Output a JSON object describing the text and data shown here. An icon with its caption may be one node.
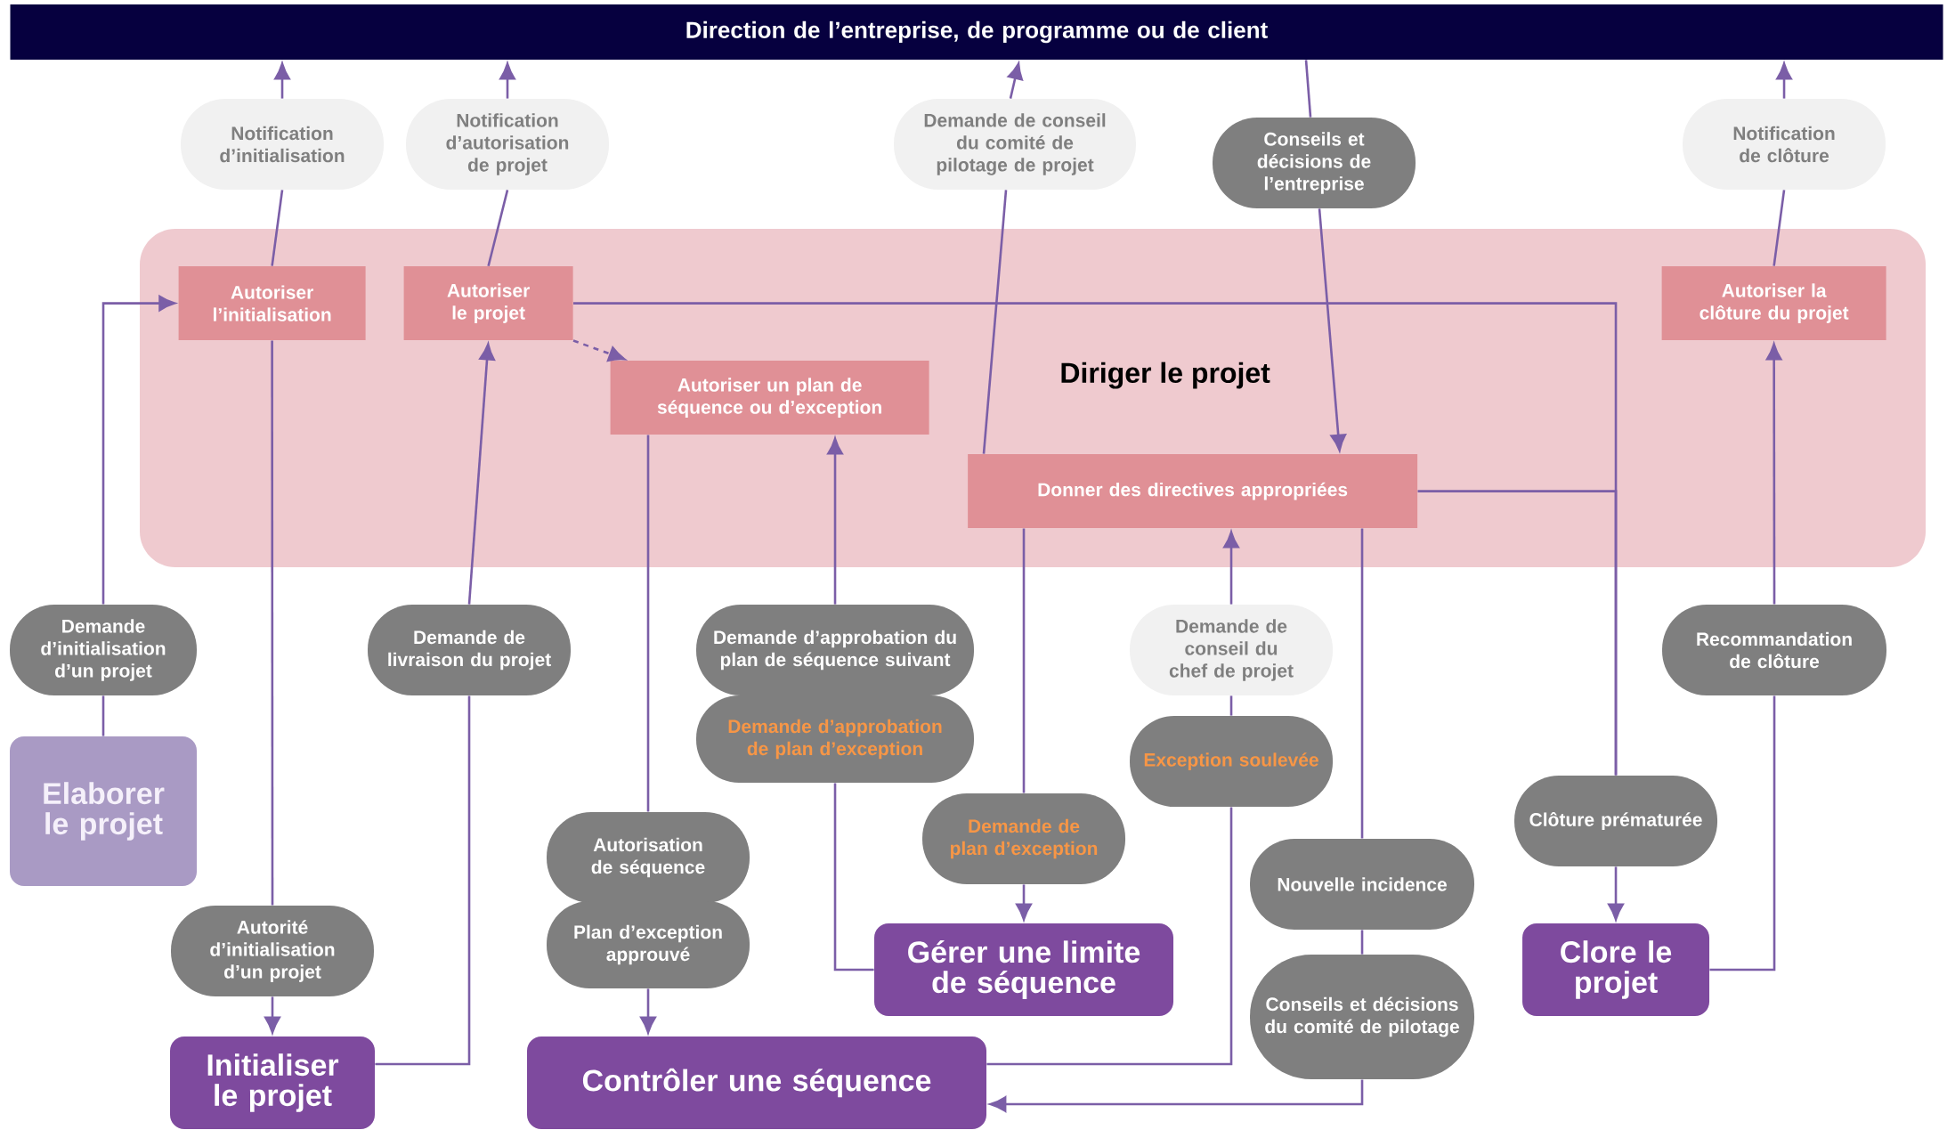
{
  "diagram": {
    "nodes": [
      {
        "text": [
          "Direction de l’entreprise, de programme ou de client"
        ]
      },
      {
        "text": [
          "Notification d’initialisation"
        ]
      },
      {
        "text": [
          "Notification d’autorisation de projet"
        ]
      },
      {
        "text": [
          "Demande de conseil du comité de pilotage de projet"
        ]
      },
      {
        "text": [
          "Conseils et décisions de l’entreprise"
        ]
      },
      {
        "text": [
          "Notification de clôture"
        ]
      },
      {
        "text": [
          "Diriger le projet"
        ]
      },
      {
        "text": [
          "Autoriser l’initialisation"
        ],
        "in": 6
      },
      {
        "text": [
          "Autoriser le projet"
        ],
        "in": 6
      },
      {
        "text": [
          "Autoriser la clôture du projet"
        ],
        "in": 6
      },
      {
        "text": [
          "Autoriser un plan de séquence ou d’exception"
        ],
        "in": 6
      },
      {
        "text": [
          "Donner des directives appropriées"
        ],
        "in": 6
      },
      {
        "text": [
          "Demande d’initialisation d’un projet"
        ]
      },
      {
        "text": [
          "Demande de livraison du projet"
        ]
      },
      {
        "text": [
          "Demande d’approbation du plan de séquence suivant"
        ]
      },
      {
        "text": [
          "Demande d’approbation de plan d’exception"
        ]
      },
      {
        "text": [
          "Demande de conseil du chef de projet"
        ]
      },
      {
        "text": [
          "Recommandation de clôture"
        ]
      },
      {
        "text": [
          "Elaborer le projet"
        ]
      },
      {
        "text": [
          "Exception soulevée"
        ]
      },
      {
        "text": [
          "Clôture prématurée"
        ]
      },
      {
        "text": [
          "Demande de plan d’exception"
        ]
      },
      {
        "text": [
          "Autorisation de séquence"
        ]
      },
      {
        "text": [
          "Nouvelle incidence"
        ]
      },
      {
        "text": [
          "Gérer une limite de séquence"
        ]
      },
      {
        "text": [
          "Clore le projet"
        ]
      },
      {
        "text": [
          "Plan d’exception approuvé"
        ]
      },
      {
        "text": [
          "Autorité d’initialisation d’un projet"
        ]
      },
      {
        "text": [
          "Conseils et décisions du comité de pilotage"
        ]
      },
      {
        "text": [
          "Initialiser le projet"
        ]
      },
      {
        "text": [
          "Contrôler une séquence"
        ]
      }
    ],
    "edges": [
      {
        "from": 7,
        "to": 1,
        "arrow": "none"
      },
      {
        "from": 1,
        "to": 0,
        "arrow": "to"
      },
      {
        "from": 8,
        "to": 2,
        "arrow": "none"
      },
      {
        "from": 2,
        "to": 0,
        "arrow": "to"
      },
      {
        "from": 11,
        "to": 3,
        "arrow": "none"
      },
      {
        "from": 3,
        "to": 0,
        "arrow": "to"
      },
      {
        "from": 0,
        "to": 4,
        "arrow": "none"
      },
      {
        "from": 4,
        "to": 11,
        "arrow": "to"
      },
      {
        "from": 9,
        "to": 5,
        "arrow": "none"
      },
      {
        "from": 5,
        "to": 0,
        "arrow": "to"
      },
      {
        "from": 18,
        "to": 12,
        "arrow": "none"
      },
      {
        "from": 12,
        "to": 7,
        "arrow": "to"
      },
      {
        "from": 7,
        "to": 27,
        "arrow": "none"
      },
      {
        "from": 27,
        "to": 29,
        "arrow": "to"
      },
      {
        "from": 29,
        "to": 13,
        "arrow": "none"
      },
      {
        "from": 13,
        "to": 8,
        "arrow": "to"
      },
      {
        "from": 8,
        "to": 10,
        "arrow": "to",
        "style": "dashed"
      },
      {
        "from": 10,
        "to": 22,
        "arrow": "none"
      },
      {
        "from": 26,
        "to": 30,
        "arrow": "to"
      },
      {
        "from": 24,
        "to": 15,
        "arrow": "none"
      },
      {
        "from": 14,
        "to": 10,
        "arrow": "to"
      },
      {
        "from": 11,
        "to": 21,
        "arrow": "none"
      },
      {
        "from": 21,
        "to": 24,
        "arrow": "to"
      },
      {
        "from": 30,
        "to": 19,
        "arrow": "none"
      },
      {
        "from": 19,
        "to": 16,
        "arrow": "none"
      },
      {
        "from": 16,
        "to": 11,
        "arrow": "to"
      },
      {
        "from": 11,
        "to": 23,
        "arrow": "none"
      },
      {
        "from": 23,
        "to": 28,
        "arrow": "none"
      },
      {
        "from": 28,
        "to": 30,
        "arrow": "to"
      },
      {
        "from": 8,
        "to": 20,
        "arrow": "none"
      },
      {
        "from": 11,
        "to": 20,
        "arrow": "none"
      },
      {
        "from": 20,
        "to": 25,
        "arrow": "to"
      },
      {
        "from": 25,
        "to": 17,
        "arrow": "none"
      },
      {
        "from": 17,
        "to": 9,
        "arrow": "to"
      }
    ]
  }
}
